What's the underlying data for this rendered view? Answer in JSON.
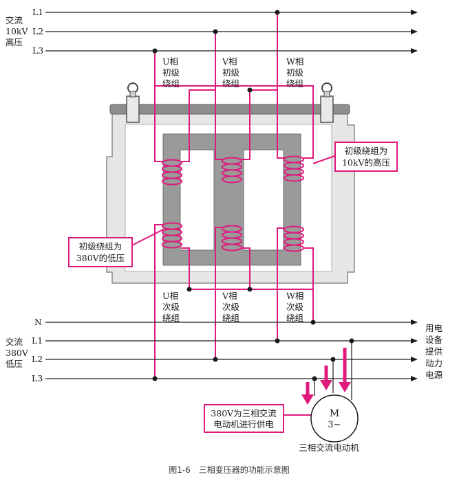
{
  "figure": {
    "caption": "图1-6　三相变压器的功能示意图"
  },
  "high_voltage": {
    "label_lines": [
      "交流",
      "10kV",
      "高压"
    ],
    "lines": [
      "L1",
      "L2",
      "L3"
    ]
  },
  "primary_windings": {
    "u": [
      "U相",
      "初级",
      "绕组"
    ],
    "v": [
      "V相",
      "初级",
      "绕组"
    ],
    "w": [
      "W相",
      "初级",
      "绕组"
    ]
  },
  "secondary_windings": {
    "u": [
      "U相",
      "次级",
      "绕组"
    ],
    "v": [
      "V相",
      "次级",
      "绕组"
    ],
    "w": [
      "W相",
      "次级",
      "绕组"
    ]
  },
  "callouts": {
    "primary_hv": [
      "初级绕组为",
      "10kV的高压"
    ],
    "secondary_lv": [
      "初级绕组为",
      "380V的低压"
    ],
    "motor_supply": [
      "380V为三相交流",
      "电动机进行供电"
    ]
  },
  "low_voltage": {
    "label_lines": [
      "交流",
      "380V",
      "低压"
    ],
    "lines": [
      "N",
      "L1",
      "L2",
      "L3"
    ]
  },
  "equipment_supply": {
    "label_lines": [
      "用电",
      "设备",
      "提供",
      "动力",
      "电源"
    ]
  },
  "motor": {
    "symbol": "M",
    "phase": "3~",
    "name": "三相交流电动机"
  },
  "colors": {
    "line": "#1a1a1a",
    "magenta": "#e0197d",
    "core": "#9a9a9a",
    "frame": "#d6d6d6"
  }
}
